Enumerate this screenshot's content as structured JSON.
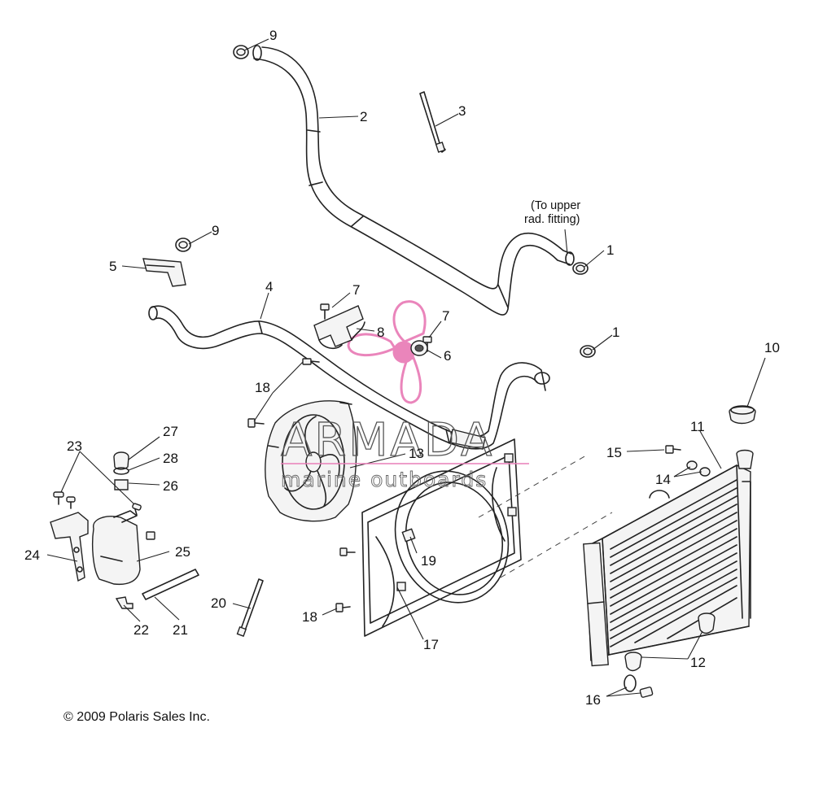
{
  "note": {
    "line1": "(To upper",
    "line2": "rad. fitting)"
  },
  "watermark": {
    "brand": "ARMADA",
    "tagline": "marine outboards",
    "logo_color": "#e97fb8"
  },
  "copyright": "© 2009 Polaris Sales Inc.",
  "callouts": [
    "9",
    "2",
    "3",
    "9",
    "5",
    "1",
    "4",
    "7",
    "7",
    "8",
    "6",
    "1",
    "10",
    "18",
    "11",
    "13",
    "15",
    "14",
    "27",
    "23",
    "28",
    "26",
    "19",
    "24",
    "25",
    "18",
    "20",
    "21",
    "22",
    "17",
    "12",
    "16"
  ]
}
